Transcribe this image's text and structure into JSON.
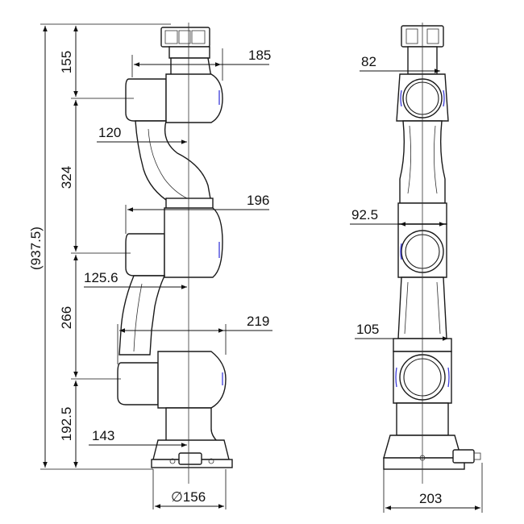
{
  "drawing": {
    "left_view": {
      "overall_height": "(937.5)",
      "heights": [
        "155",
        "324",
        "266",
        "192.5"
      ],
      "widths": {
        "w185": "185",
        "w120": "120",
        "w196": "196",
        "w125_6": "125.6",
        "w219": "219",
        "w143": "143",
        "base_diameter": "∅156"
      }
    },
    "right_view": {
      "widths": {
        "w82": "82",
        "w92_5": "92.5",
        "w105": "105",
        "base_width": "203"
      }
    },
    "colors": {
      "line": "#1a1a1a",
      "accent": "#3a3ad8",
      "background": "#ffffff"
    }
  }
}
